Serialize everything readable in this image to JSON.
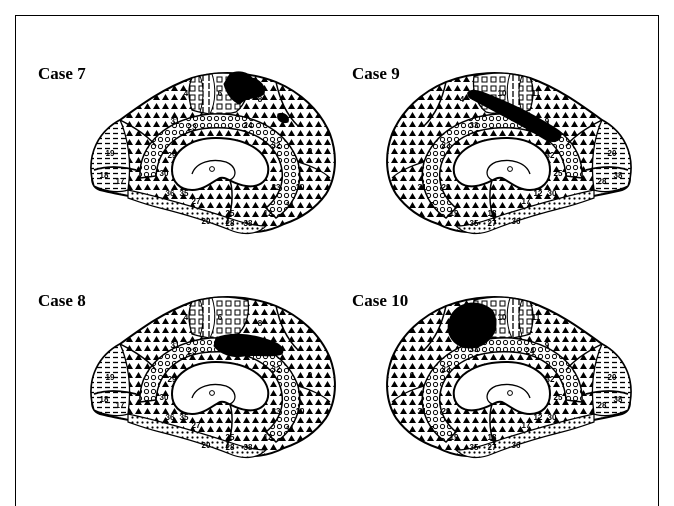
{
  "figure": {
    "cases": [
      {
        "label": "Case 7",
        "orientation": "left",
        "lesion": "superior-paracentral"
      },
      {
        "label": "Case 9",
        "orientation": "right",
        "lesion": "cingulate-strip"
      },
      {
        "label": "Case 8",
        "orientation": "left",
        "lesion": "posterior-cingulate"
      },
      {
        "label": "Case 10",
        "orientation": "right",
        "lesion": "superior-parietal"
      }
    ],
    "area_numbers_left": [
      "31",
      "29",
      "23",
      "24",
      "32",
      "33",
      "10",
      "11",
      "12",
      "25",
      "27",
      "36",
      "28",
      "38",
      "20",
      "19",
      "18",
      "17",
      "30",
      "35",
      "4",
      "6",
      "8",
      "9"
    ],
    "area_numbers_right": [
      "9",
      "32",
      "24",
      "33",
      "23",
      "29",
      "31",
      "7",
      "19",
      "18",
      "17",
      "30",
      "27",
      "35",
      "36",
      "20",
      "38",
      "28",
      "25",
      "12",
      "11",
      "10",
      "4",
      "6"
    ],
    "colors": {
      "ink": "#000000",
      "paper": "#ffffff"
    }
  }
}
